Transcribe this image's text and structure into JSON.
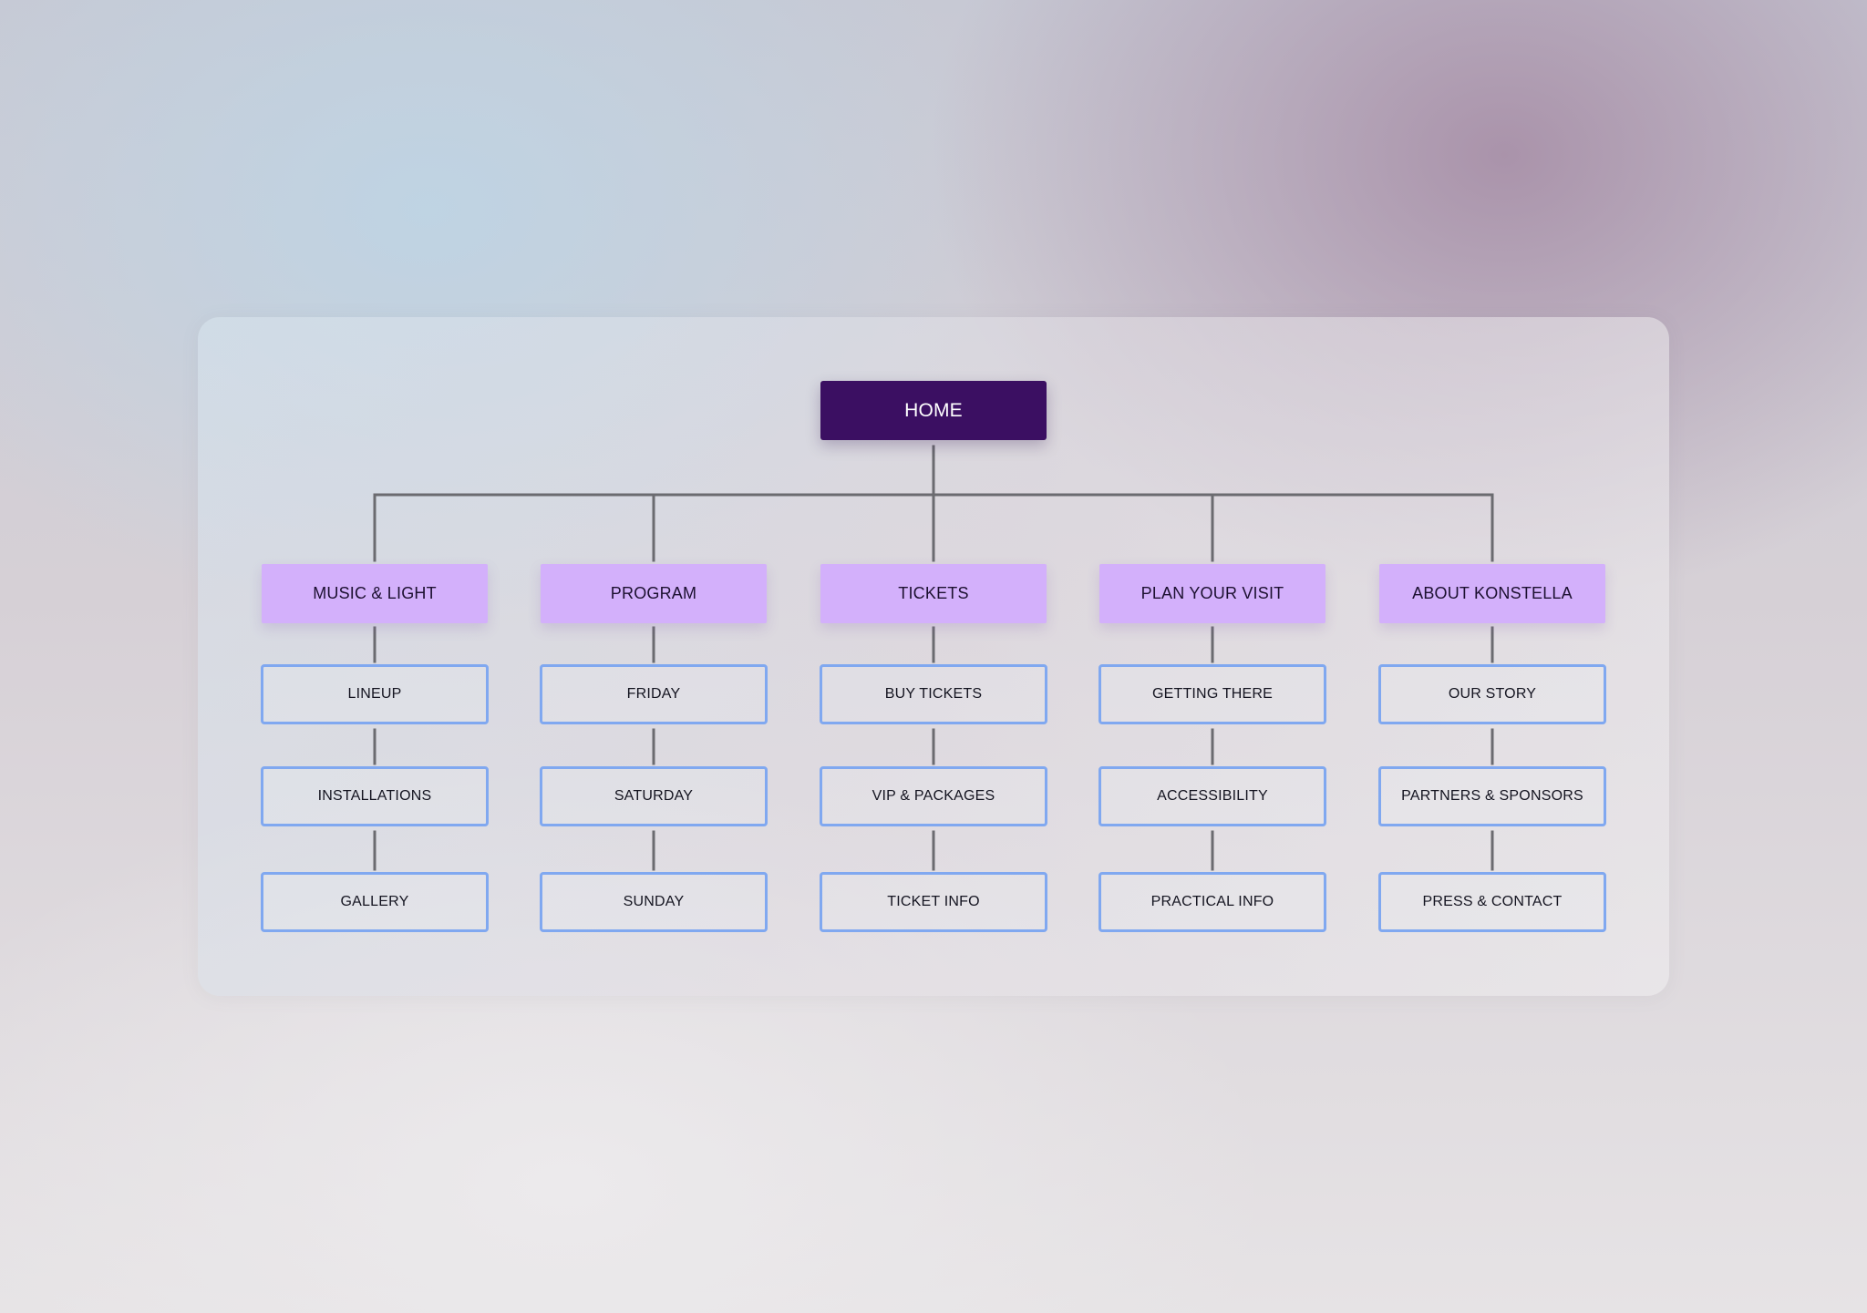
{
  "colors": {
    "home_fill": "#3b0f62",
    "section_fill": "#d3b0fb",
    "page_border": "#80a8f0",
    "connector": "#6b6b70"
  },
  "home": {
    "label": "HOME"
  },
  "sections": [
    {
      "label": "MUSIC & LIGHT",
      "pages": [
        "LINEUP",
        "INSTALLATIONS",
        "GALLERY"
      ]
    },
    {
      "label": "PROGRAM",
      "pages": [
        "FRIDAY",
        "SATURDAY",
        "SUNDAY"
      ]
    },
    {
      "label": "TICKETS",
      "pages": [
        "BUY TICKETS",
        "VIP & PACKAGES",
        "TICKET INFO"
      ]
    },
    {
      "label": "PLAN YOUR VISIT",
      "pages": [
        "GETTING THERE",
        "ACCESSIBILITY",
        "PRACTICAL INFO"
      ]
    },
    {
      "label": "ABOUT KONSTELLA",
      "pages": [
        "OUR STORY",
        "PARTNERS & SPONSORS",
        "PRESS & CONTACT"
      ]
    }
  ]
}
